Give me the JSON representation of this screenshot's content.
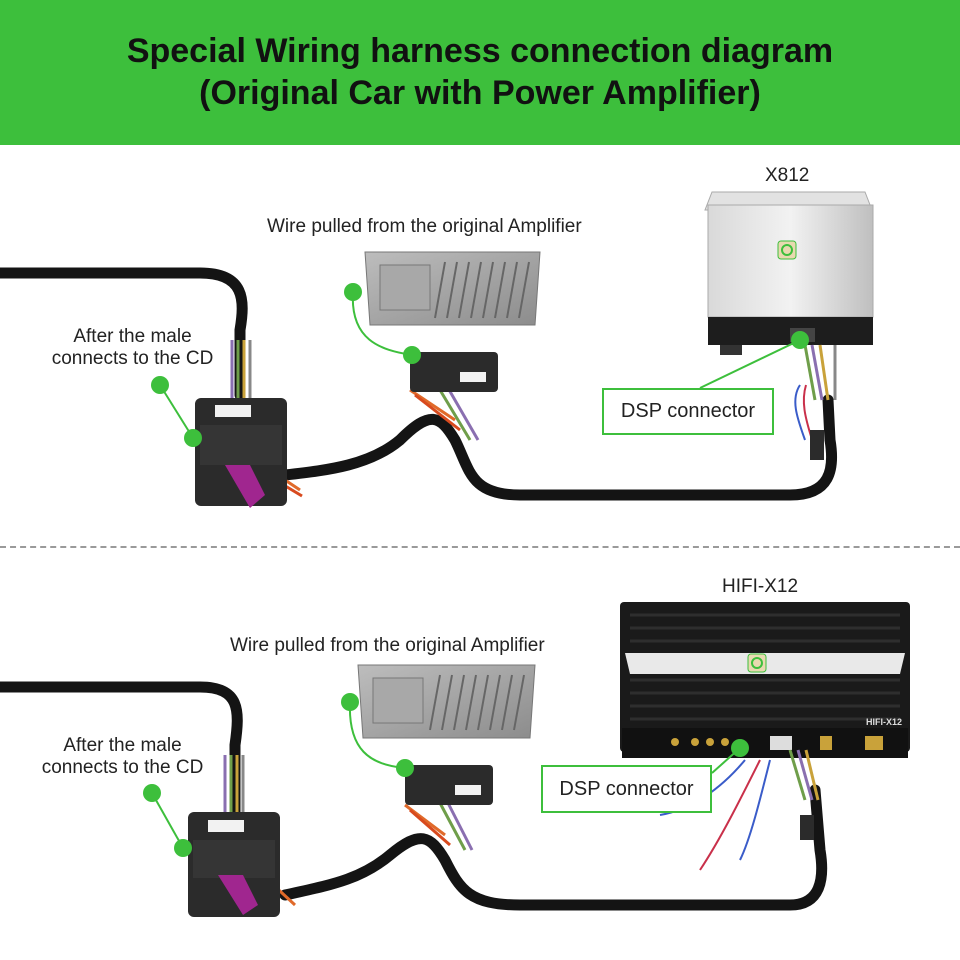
{
  "header": {
    "title_line1": "Special Wiring harness connection diagram",
    "title_line2": "(Original Car with Power Amplifier)",
    "color": "#3dbf3c"
  },
  "top": {
    "device_label": "X812",
    "amp_label": "Wire pulled from the original Amplifier",
    "cd_label_line1": "After the male",
    "cd_label_line2": "connects to the CD",
    "dsp_label": "DSP connector"
  },
  "bottom": {
    "device_label": "HIFI-X12",
    "device_badge": "HIFI-X12",
    "amp_label": "Wire pulled from the original Amplifier",
    "cd_label_line1": "After the male",
    "cd_label_line2": "connects to the CD",
    "dsp_label": "DSP connector"
  },
  "colors": {
    "accent": "#3dbf3c",
    "cable": "#111111",
    "connector": "#2a2a2a",
    "purple_lock": "#a0268f"
  }
}
